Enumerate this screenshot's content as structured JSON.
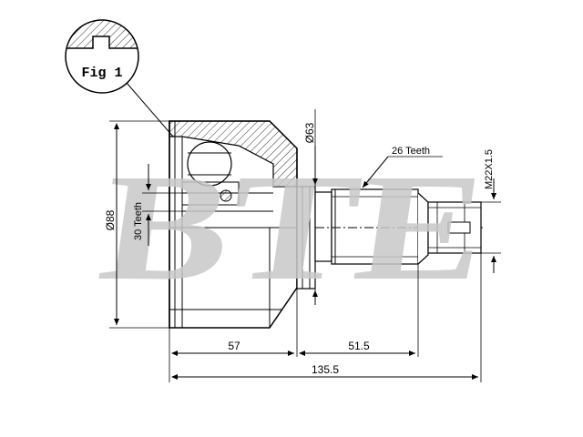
{
  "figure": {
    "label": "Fig 1"
  },
  "watermark": {
    "text": "BTE"
  },
  "dimensions": {
    "outer_diameter": "Ø88",
    "neck_diameter": "Ø63",
    "inner_teeth": "30 Teeth",
    "outer_teeth": "26 Teeth",
    "thread": "M22X1.5",
    "length_body": "57",
    "length_shaft": "51.5",
    "length_total": "135.5"
  },
  "colors": {
    "line": "#000000",
    "hatch": "#000000",
    "watermark": "#c8c8c8"
  }
}
